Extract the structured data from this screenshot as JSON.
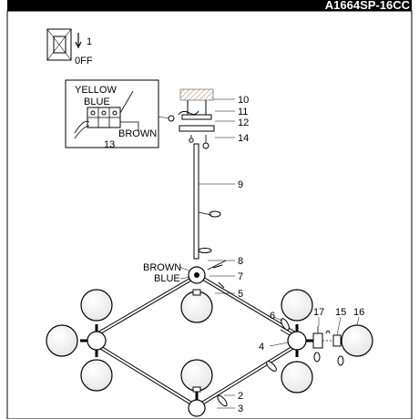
{
  "header": {
    "model_code": "A1664SP-16CC",
    "background_color": "#000000",
    "text_color": "#ffffff"
  },
  "switch_instruction": {
    "step_number": "1",
    "state_label": "0FF"
  },
  "wiring": {
    "inset_labels": [
      "YELLOW",
      "BLUE",
      "BROWN"
    ],
    "inset_callout": "13",
    "junction_labels": [
      "BROWN",
      "BLUE"
    ]
  },
  "callouts": [
    "1",
    "2",
    "3",
    "4",
    "5",
    "6",
    "7",
    "8",
    "9",
    "10",
    "11",
    "12",
    "13",
    "14",
    "15",
    "16",
    "17"
  ],
  "colors": {
    "line": "#000000",
    "globe_fill": "#ffffff",
    "ceiling_hatch": "#c9a38a"
  }
}
